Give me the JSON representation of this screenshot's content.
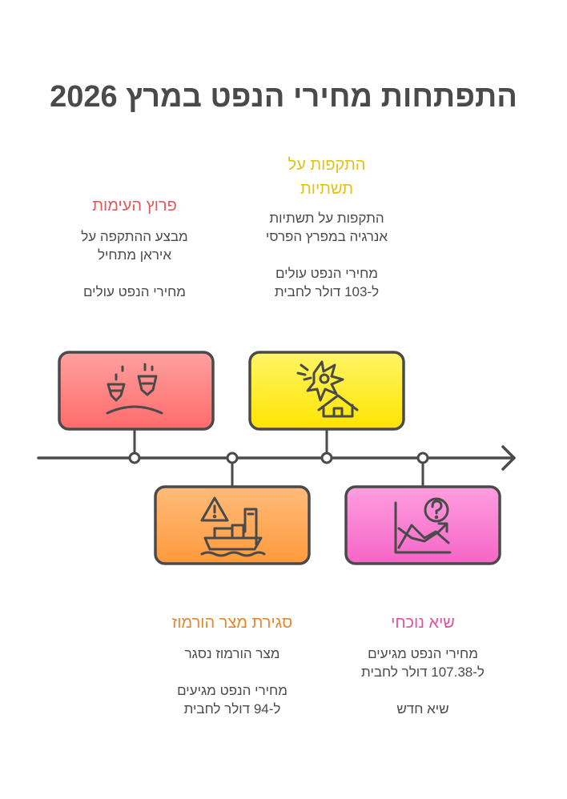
{
  "title": "התפתחות מחירי הנפט במרץ 2026",
  "events": [
    {
      "id": "escalation",
      "heading": "פרוץ העימות",
      "color": "#e05a5a",
      "icon": "conflict-faces-icon",
      "lines": [
        "מבצע ההתקפה על",
        "איראן מתחיל",
        "",
        "מחירי הנפט עולים"
      ]
    },
    {
      "id": "hormuz",
      "heading": "סגירת מצר הורמוז",
      "color": "#e8862b",
      "icon": "ship-warning-icon",
      "lines": [
        "מצר הורמוז נסגר",
        "",
        "מחירי הנפט מגיעים",
        "ל-94 דולר לחבית"
      ]
    },
    {
      "id": "infrastructure",
      "heading": "התקפות על תשתיות",
      "heading_lines": [
        "התקפות על",
        "תשתיות"
      ],
      "color": "#e0c21a",
      "icon": "explosion-house-icon",
      "lines": [
        "התקפות על תשתיות",
        "אנרגיה במפרץ הפרסי",
        "",
        "מחירי הנפט עולים",
        "ל-103 דולר לחבית"
      ]
    },
    {
      "id": "peak",
      "heading": "שיא נוכחי",
      "color": "#e0529f",
      "icon": "rising-chart-question-icon",
      "lines": [
        "מחירי הנפט מגיעים",
        "ל-107.38 דולר לחבית",
        "",
        "שיא חדש"
      ]
    }
  ]
}
